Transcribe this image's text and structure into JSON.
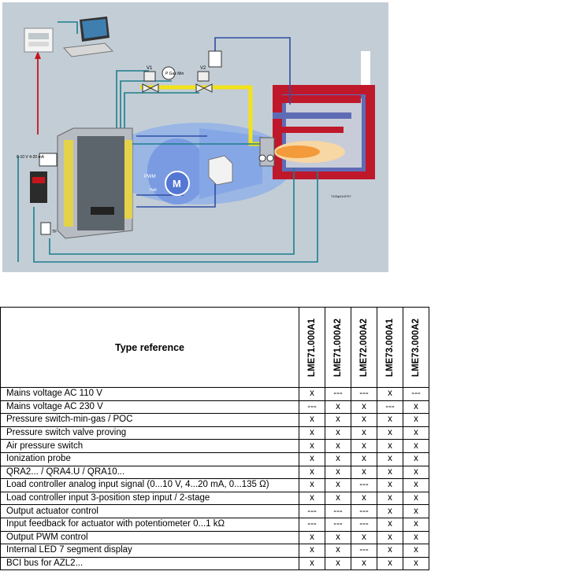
{
  "diagram": {
    "labels": {
      "valve1": "V1",
      "valve2": "V2",
      "gas_pressure_switch": "P Gas Min",
      "pwm": "PWM",
      "hall": "Hall",
      "motor": "M",
      "analog_input": "0-10 V\n4-20 mA",
      "tf": "TF",
      "drawing_ref": "7100p01/0707"
    }
  },
  "table": {
    "header": "Type reference",
    "columns": [
      "LME71.000A1",
      "LME71.000A2",
      "LME72.000A2",
      "LME73.000A1",
      "LME73.000A2"
    ],
    "rows": [
      {
        "feature": "Mains voltage AC 110 V",
        "values": [
          "x",
          "---",
          "---",
          "x",
          "---"
        ]
      },
      {
        "feature": "Mains voltage AC 230 V",
        "values": [
          "---",
          "x",
          "x",
          "---",
          "x"
        ]
      },
      {
        "feature": "Pressure switch-min-gas / POC",
        "values": [
          "x",
          "x",
          "x",
          "x",
          "x"
        ]
      },
      {
        "feature": "Pressure switch valve proving",
        "values": [
          "x",
          "x",
          "x",
          "x",
          "x"
        ]
      },
      {
        "feature": "Air pressure switch",
        "values": [
          "x",
          "x",
          "x",
          "x",
          "x"
        ]
      },
      {
        "feature": "Ionization probe",
        "values": [
          "x",
          "x",
          "x",
          "x",
          "x"
        ]
      },
      {
        "feature": "QRA2... / QRA4.U / QRA10...",
        "values": [
          "x",
          "x",
          "x",
          "x",
          "x"
        ]
      },
      {
        "feature": "Load controller analog input signal (0...10 V, 4...20 mA, 0...135 Ω)",
        "values": [
          "x",
          "x",
          "---",
          "x",
          "x"
        ]
      },
      {
        "feature": "Load controller input 3-position step input / 2-stage",
        "values": [
          "x",
          "x",
          "x",
          "x",
          "x"
        ]
      },
      {
        "feature": "Output actuator control",
        "values": [
          "---",
          "---",
          "---",
          "x",
          "x"
        ]
      },
      {
        "feature": "Input feedback for actuator with potentiometer 0...1 kΩ",
        "values": [
          "---",
          "---",
          "---",
          "x",
          "x"
        ]
      },
      {
        "feature": "Output PWM control",
        "values": [
          "x",
          "x",
          "x",
          "x",
          "x"
        ]
      },
      {
        "feature": "Internal LED 7 segment display",
        "values": [
          "x",
          "x",
          "---",
          "x",
          "x"
        ]
      },
      {
        "feature": "BCI bus for AZL2...",
        "values": [
          "x",
          "x",
          "x",
          "x",
          "x"
        ]
      }
    ]
  },
  "colors": {
    "diagram_bg": "#c3cdd6",
    "gas_line": "#f2e21a",
    "signal_line": "#1d7f8c",
    "blue_line": "#2f4fa3",
    "red_line": "#c4161c",
    "furnace_red": "#c0182b",
    "furnace_blue": "#5e6cb6"
  }
}
